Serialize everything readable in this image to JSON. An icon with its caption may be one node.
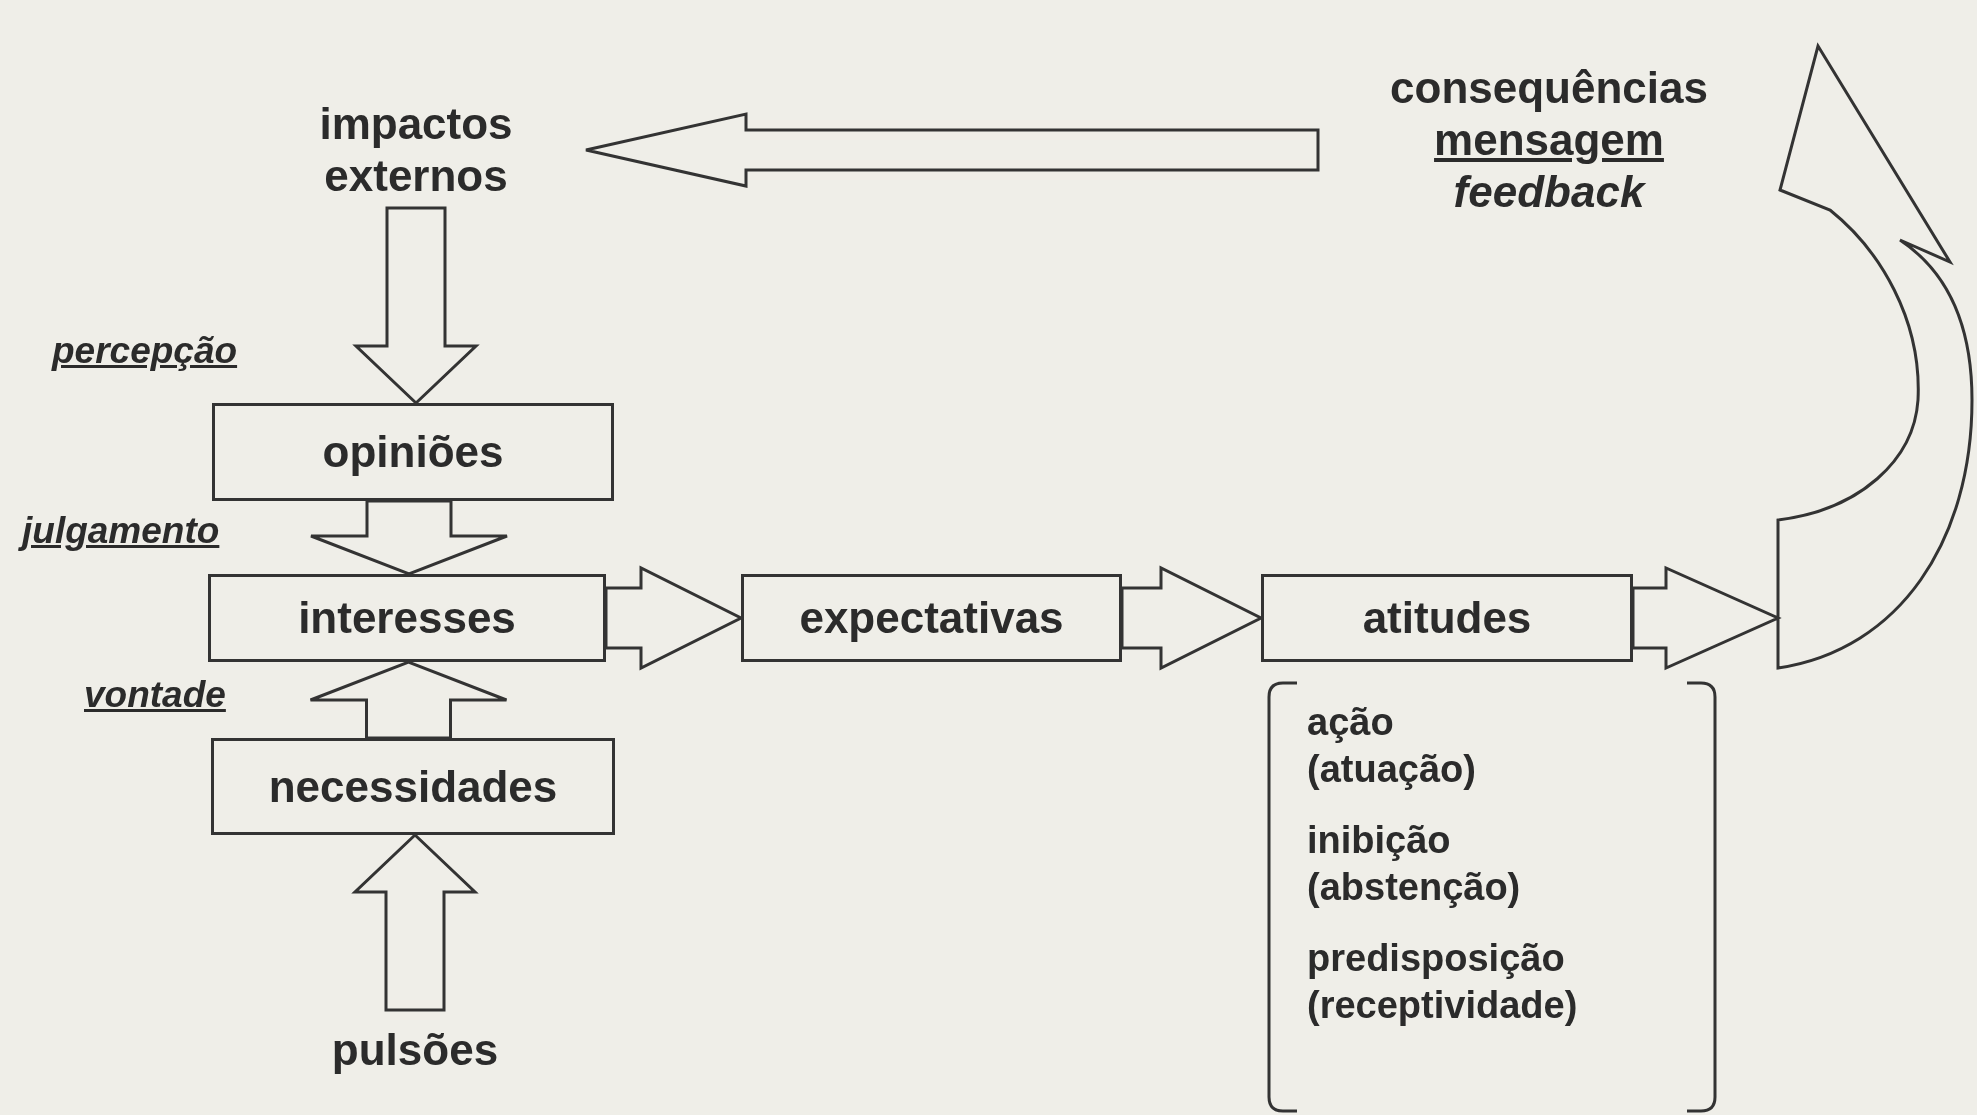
{
  "diagram": {
    "nodes": [
      {
        "text": [
          "impactos externos"
        ]
      },
      {
        "text": [
          "consequências",
          "mensagem",
          "feedback"
        ]
      },
      {
        "text": [
          "opiniões"
        ]
      },
      {
        "text": [
          "interesses"
        ]
      },
      {
        "text": [
          "expectativas"
        ]
      },
      {
        "text": [
          "atitudes"
        ]
      },
      {
        "text": [
          "ação (atuação)",
          "inibição (abstenção)",
          "predisposição (receptividade)"
        ]
      },
      {
        "text": [
          "necessidades"
        ]
      },
      {
        "text": [
          "pulsões"
        ]
      }
    ],
    "edges": [
      {
        "from": 1,
        "to": 0,
        "arrow": "to"
      },
      {
        "from": 0,
        "to": 2,
        "arrow": "to"
      },
      {
        "from": 2,
        "to": 3,
        "arrow": "to"
      },
      {
        "from": 7,
        "to": 3,
        "arrow": "to"
      },
      {
        "from": 8,
        "to": 7,
        "arrow": "to"
      },
      {
        "from": 3,
        "to": 4,
        "arrow": "to"
      },
      {
        "from": 4,
        "to": 5,
        "arrow": "to"
      },
      {
        "from": 5,
        "to": 1,
        "arrow": "to"
      }
    ],
    "labels": [
      "percepção",
      "julgamento",
      "vontade"
    ]
  }
}
